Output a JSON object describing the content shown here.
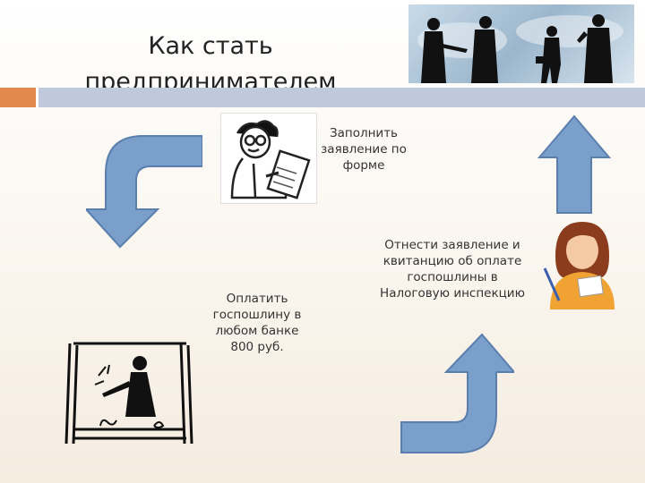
{
  "title": [
    "Как стать",
    "предпринимателем"
  ],
  "steps": {
    "fill_form": [
      "Заполнить",
      "заявление по",
      "форме"
    ],
    "submit": [
      "Отнести заявление и",
      "квитанцию об оплате",
      "госпошлины в",
      "Налоговую инспекцию"
    ],
    "pay": [
      "Оплатить",
      "госпошлину в",
      "любом банке",
      "800 руб."
    ]
  },
  "colors": {
    "accent_orange": "#e0894a",
    "accent_blue": "#bfc9db",
    "arrow_fill": "#7a9fcb",
    "arrow_stroke": "#5a7fae"
  },
  "icons": [
    "business-people-photo",
    "man-with-clipboard-icon",
    "woman-clerk-icon",
    "cashier-window-icon",
    "curved-arrow-down-icon",
    "arrow-up-icon",
    "curved-arrow-up-icon"
  ]
}
